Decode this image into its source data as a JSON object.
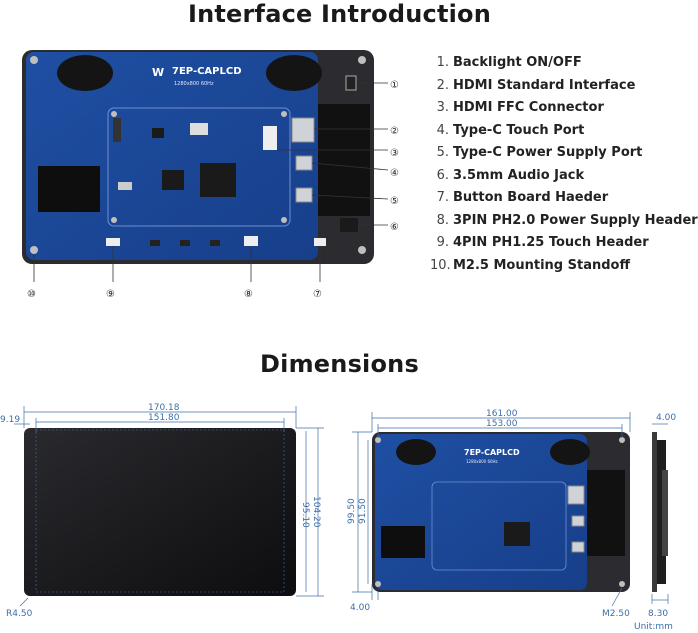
{
  "titles": {
    "intro": "Interface Introduction",
    "dimensions": "Dimensions"
  },
  "board": {
    "logo_text": "7EP-CAPLCD",
    "sub_text": "1280x800 60Hz"
  },
  "legend": [
    {
      "num": "1.",
      "label": "Backlight ON/OFF"
    },
    {
      "num": "2.",
      "label": "HDMI Standard Interface"
    },
    {
      "num": "3.",
      "label": "HDMI FFC Connector"
    },
    {
      "num": "4.",
      "label": "Type-C Touch Port"
    },
    {
      "num": "5.",
      "label": "Type-C Power Supply Port"
    },
    {
      "num": "6.",
      "label": "3.5mm Audio Jack"
    },
    {
      "num": "7.",
      "label": "Button Board Haeder"
    },
    {
      "num": "8.",
      "label": "3PIN PH2.0 Power Supply Header"
    },
    {
      "num": "9.",
      "label": "4PIN PH1.25 Touch Header"
    },
    {
      "num": "10.",
      "label": "M2.5 Mounting Standoff"
    }
  ],
  "callouts": [
    "①",
    "②",
    "③",
    "④",
    "⑤",
    "⑥",
    "⑦",
    "⑧",
    "⑨",
    "⑩"
  ],
  "dims": {
    "front_total_w": "170.18",
    "front_view_w": "151.80",
    "front_left_off": "9.19",
    "front_total_h": "104.20",
    "front_view_h": "95.10",
    "front_radius": "R4.50",
    "back_total_w": "161.00",
    "back_hole_w": "153.00",
    "back_total_h": "99.50",
    "back_hole_h": "91.50",
    "back_hole_off": "4.00",
    "back_hole_d": "M2.50",
    "side_top": "4.00",
    "side_depth": "8.30",
    "unit": "Unit:mm"
  }
}
